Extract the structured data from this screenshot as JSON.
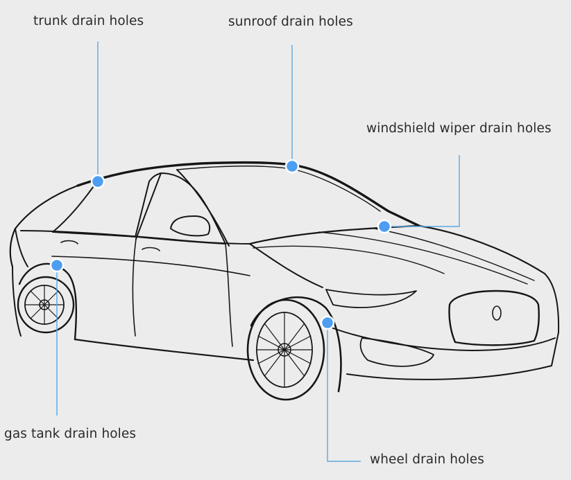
{
  "labels": {
    "trunk": "trunk drain holes",
    "sunroof": "sunroof drain holes",
    "windshield_wiper": "windshield wiper drain holes",
    "gas_tank": "gas tank drain holes",
    "wheel": "wheel drain holes"
  },
  "colors": {
    "background": "#ececec",
    "accent_dot": "#4d9ef0",
    "leader_line": "#5aa7e0",
    "outline": "#161616"
  }
}
